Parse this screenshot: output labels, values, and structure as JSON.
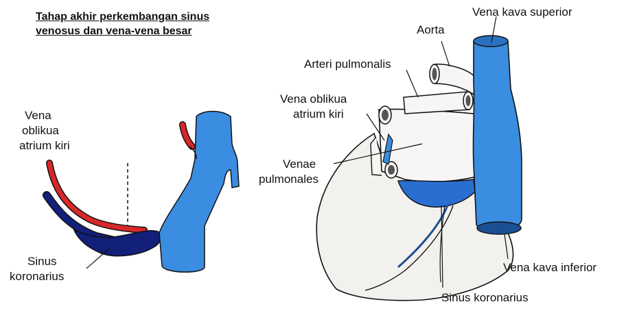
{
  "title": {
    "line1": "Tahap akhir perkembangan sinus",
    "line2": "venosus dan vena-vena besar"
  },
  "left_labels": {
    "vena_obl_1": "Vena",
    "vena_obl_2": "oblikua",
    "vena_obl_3": "atrium kiri",
    "sinus_1": "Sinus",
    "sinus_2": "koronarius"
  },
  "right_labels": {
    "aorta": "Aorta",
    "vkv_sup": "Vena kava superior",
    "art_pulm": "Arteri pulmonalis",
    "vena_obl_1": "Vena oblikua",
    "vena_obl_2": "atrium kiri",
    "venae_1": "Venae",
    "venae_2": "pulmonales",
    "vkv_inf": "Vena kava inferior",
    "sinus_kor": "Sinus koronarius"
  },
  "colors": {
    "vein_light": "#3a8de0",
    "vein_dark": "#12207a",
    "artery_red": "#d8282a",
    "heart_fill": "#f3f1ee",
    "outline": "#111111"
  }
}
